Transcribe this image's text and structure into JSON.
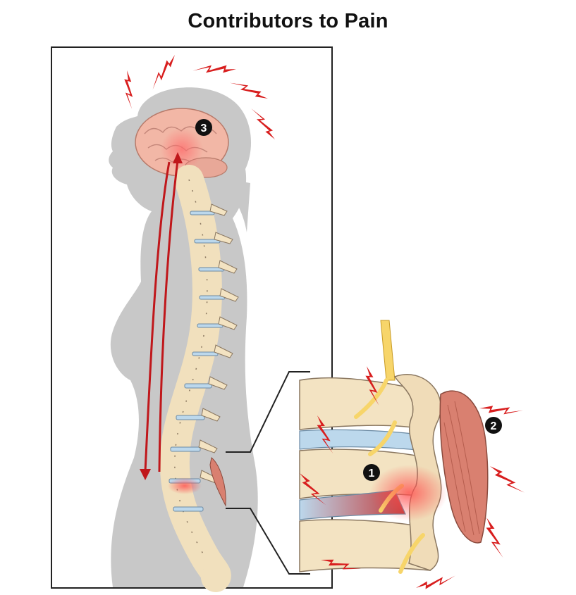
{
  "title": "Contributors to Pain",
  "markers": [
    {
      "label": "1",
      "meaning": "disc/joint"
    },
    {
      "label": "2",
      "meaning": "muscle"
    },
    {
      "label": "3",
      "meaning": "brain"
    }
  ],
  "colors": {
    "silhouette": "#c9c9c9",
    "frame_bg": "#ffffff",
    "bolt": "#d81e1e",
    "arrow": "#c0171b",
    "bone": "#f3e3c2",
    "bone_edge": "#8a7760",
    "disc": "#bcd8ec",
    "brain": "#f2b8a8",
    "muscle": "#d98070",
    "nerve": "#f7d56a",
    "inflammation": "#f06a6a"
  }
}
